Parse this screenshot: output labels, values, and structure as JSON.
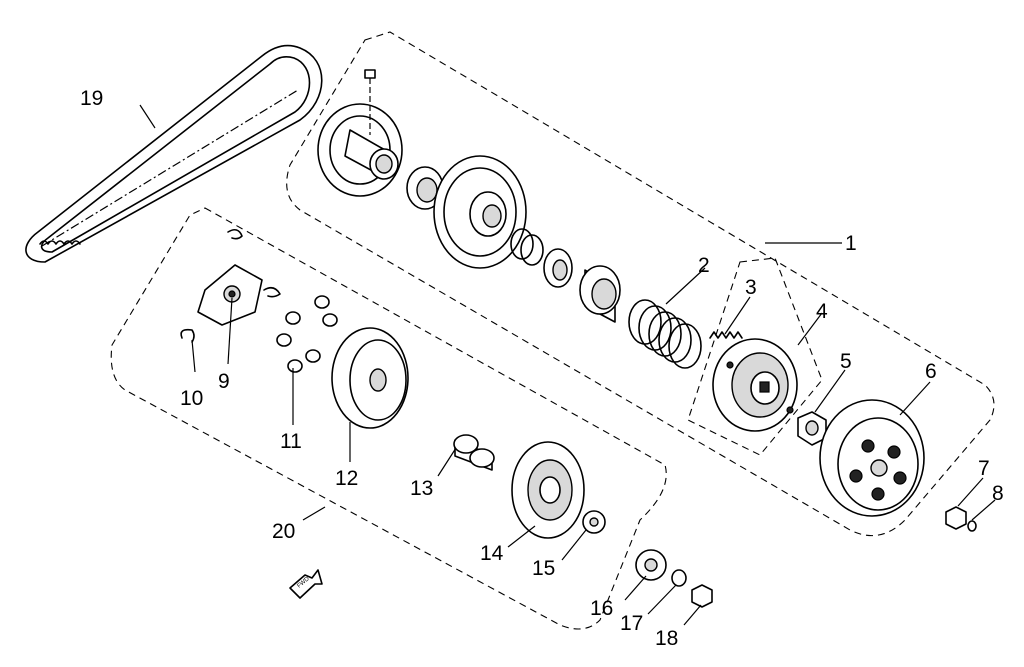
{
  "callouts": {
    "c1": "1",
    "c2": "2",
    "c3": "3",
    "c4": "4",
    "c5": "5",
    "c6": "6",
    "c7": "7",
    "c8": "8",
    "c9": "9",
    "c10": "10",
    "c11": "11",
    "c12": "12",
    "c13": "13",
    "c14": "14",
    "c15": "15",
    "c16": "16",
    "c17": "17",
    "c18": "18",
    "c19": "19",
    "c20": "20"
  },
  "fwd_label": "FWD"
}
